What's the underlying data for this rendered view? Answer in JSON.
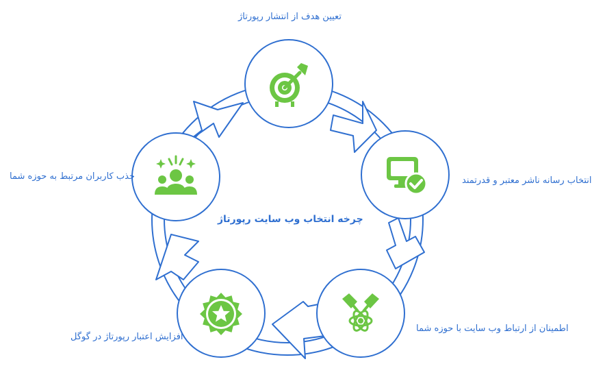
{
  "center_title": "چرخه انتخاب وب سایت رپورتاژ",
  "colors": {
    "stroke": "#2f6fd0",
    "icon": "#6cc644",
    "text": "#2f6fd0"
  },
  "steps": [
    {
      "label": "تعیین هدف از انتشار رپورتاژ",
      "icon": "target-icon"
    },
    {
      "label": "انتخاب رسانه ناشر معتبر و قدرتمند",
      "icon": "monitor-check-icon"
    },
    {
      "label": "اطمینان از ارتباط وب سایت با حوزه شما",
      "icon": "atom-connection-icon"
    },
    {
      "label": "افزایش اعتبار رپورتاژ در گوگل",
      "icon": "star-badge-icon"
    },
    {
      "label": "جذب کاربران مرتبط به حوزه شما",
      "icon": "users-group-icon"
    }
  ]
}
